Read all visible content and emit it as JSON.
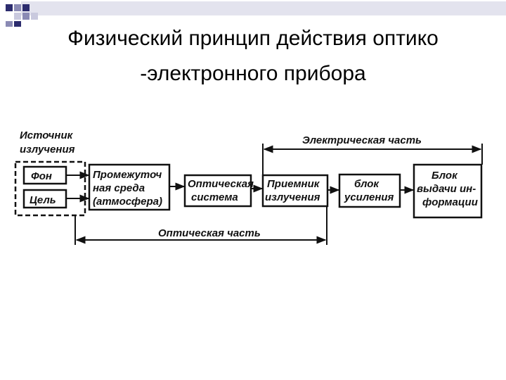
{
  "title": {
    "line1": "Физический принцип действия оптико",
    "line2": "-электронного прибора"
  },
  "diagram": {
    "source_label": [
      "Источник",
      "излучения"
    ],
    "background": "Фон",
    "target": "Цель",
    "medium": [
      "Промежуточ",
      "ная среда",
      "(атмосфера)"
    ],
    "optical_system": [
      "Оптическая",
      "система"
    ],
    "receiver": [
      "Приемник",
      "излучения"
    ],
    "amplifier": [
      "блок",
      "усиления"
    ],
    "output": [
      "Блок",
      "выдачи ин-",
      "формации"
    ],
    "electrical_part": "Электрическая часть",
    "optical_part": "Оптическая часть"
  },
  "colors": {
    "deco_dark": "#2c2c6e",
    "deco_mid": "#8a8ab4",
    "deco_light": "#c9c9de",
    "deco_bar": "#e3e3ee"
  }
}
